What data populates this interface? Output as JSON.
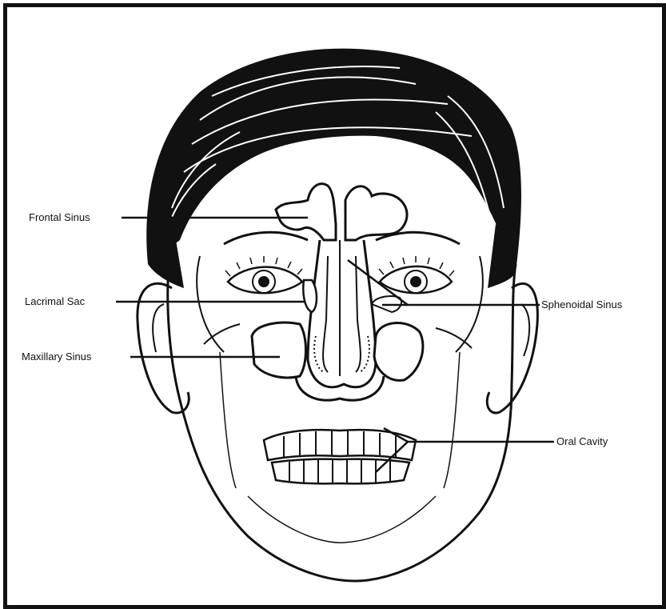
{
  "labels": {
    "frontal_sinus": "Frontal Sinus",
    "lacrimal_sac": "Lacrimal Sac",
    "maxillary_sinus": "Maxillary Sinus",
    "sphenoidal_sinus": "Sphenoidal Sinus",
    "oral_cavity": "Oral Cavity"
  },
  "colors": {
    "ink": "#111111",
    "paper": "#ffffff"
  }
}
